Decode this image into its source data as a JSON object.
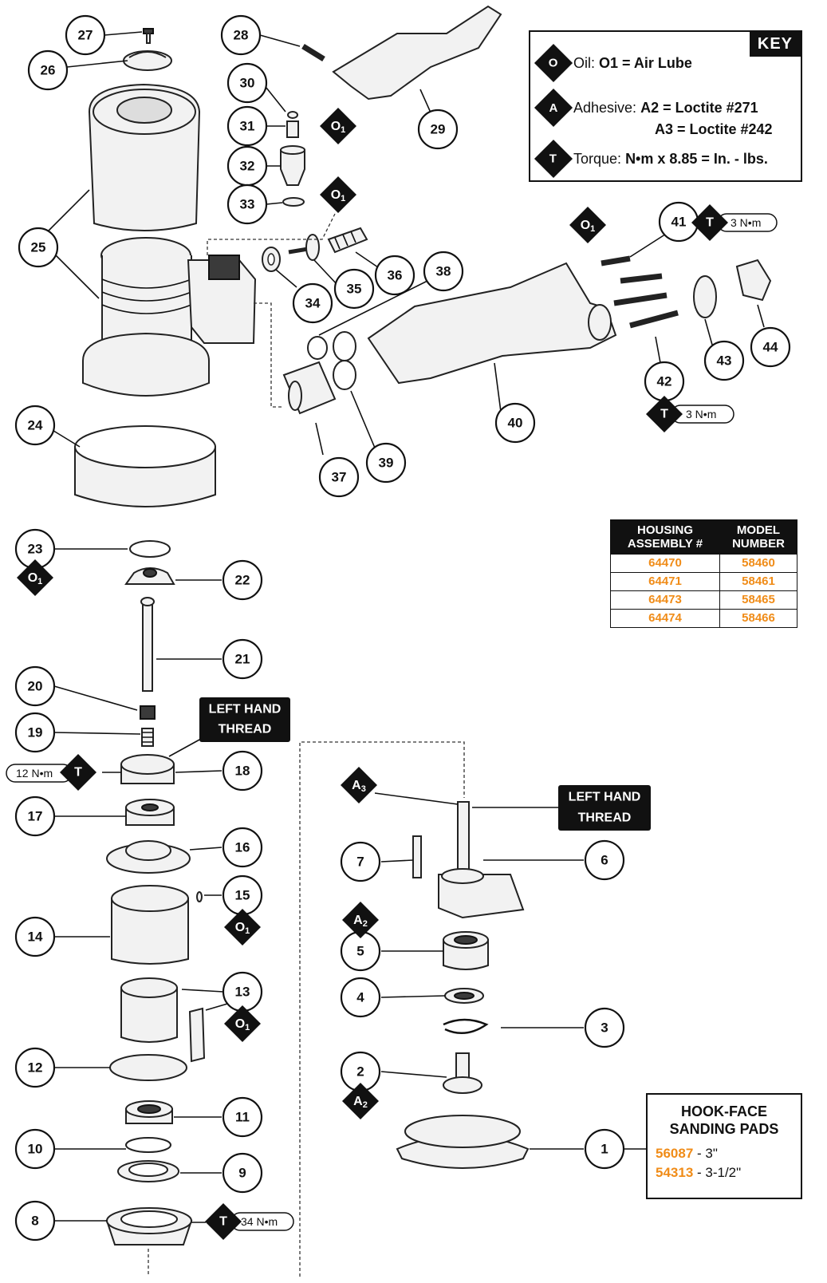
{
  "key": {
    "title": "KEY",
    "oil": {
      "symbol": "O",
      "label": "Oil:",
      "value": "O1 = Air Lube"
    },
    "adhesive": {
      "symbol": "A",
      "label": "Adhesive:",
      "line1": "A2 = Loctite #271",
      "line2": "A3 = Loctite #242"
    },
    "torque": {
      "symbol": "T",
      "label": "Torque:",
      "value": "N•m x 8.85 = In. - lbs."
    }
  },
  "housing_table": {
    "headers": [
      "HOUSING ASSEMBLY #",
      "MODEL NUMBER"
    ],
    "rows": [
      [
        "64470",
        "58460"
      ],
      [
        "64471",
        "58461"
      ],
      [
        "64473",
        "58465"
      ],
      [
        "64474",
        "58466"
      ]
    ]
  },
  "pads": {
    "title_line1": "HOOK-FACE",
    "title_line2": "SANDING PADS",
    "items": [
      {
        "part": "56087",
        "size": " - 3\""
      },
      {
        "part": "54313",
        "size": " - 3-1/2\""
      }
    ]
  },
  "labels": {
    "left_hand_thread": [
      "LEFT HAND",
      "THREAD"
    ]
  },
  "torque_values": {
    "t41": "3 N•m",
    "t42": "3 N•m",
    "t18": "12 N•m",
    "t8": "34 N•m"
  },
  "callouts": [
    "1",
    "2",
    "3",
    "4",
    "5",
    "6",
    "7",
    "8",
    "9",
    "10",
    "11",
    "12",
    "13",
    "14",
    "15",
    "16",
    "17",
    "18",
    "19",
    "20",
    "21",
    "22",
    "23",
    "24",
    "25",
    "26",
    "27",
    "28",
    "29",
    "30",
    "31",
    "32",
    "33",
    "34",
    "35",
    "36",
    "37",
    "38",
    "39",
    "40",
    "41",
    "42",
    "43",
    "44"
  ],
  "markers": {
    "oil": "O",
    "oil_sub": "1",
    "adh": "A",
    "adh2_sub": "2",
    "adh3_sub": "3",
    "torque": "T"
  },
  "colors": {
    "accent": "#f08c18",
    "ink": "#111111"
  }
}
